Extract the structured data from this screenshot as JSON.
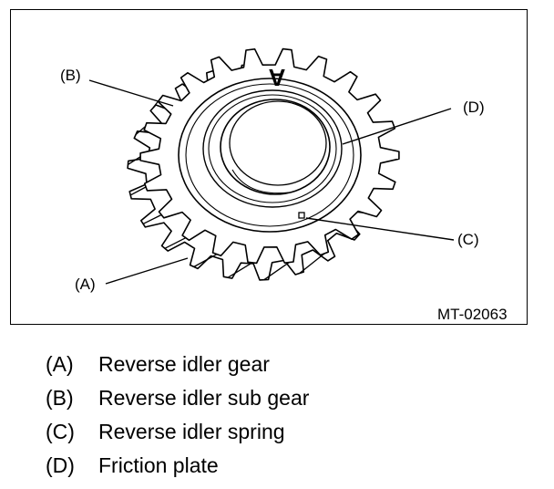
{
  "diagram": {
    "callouts": {
      "a": "(A)",
      "b": "(B)",
      "c": "(C)",
      "d": "(D)"
    },
    "figure_code": "MT-02063",
    "gear_mark": "A"
  },
  "legend": [
    {
      "key": "(A)",
      "text": "Reverse idler gear"
    },
    {
      "key": "(B)",
      "text": "Reverse idler sub gear"
    },
    {
      "key": "(C)",
      "text": "Reverse idler spring"
    },
    {
      "key": "(D)",
      "text": "Friction plate"
    }
  ],
  "colors": {
    "ink": "#000000",
    "background": "#ffffff"
  }
}
